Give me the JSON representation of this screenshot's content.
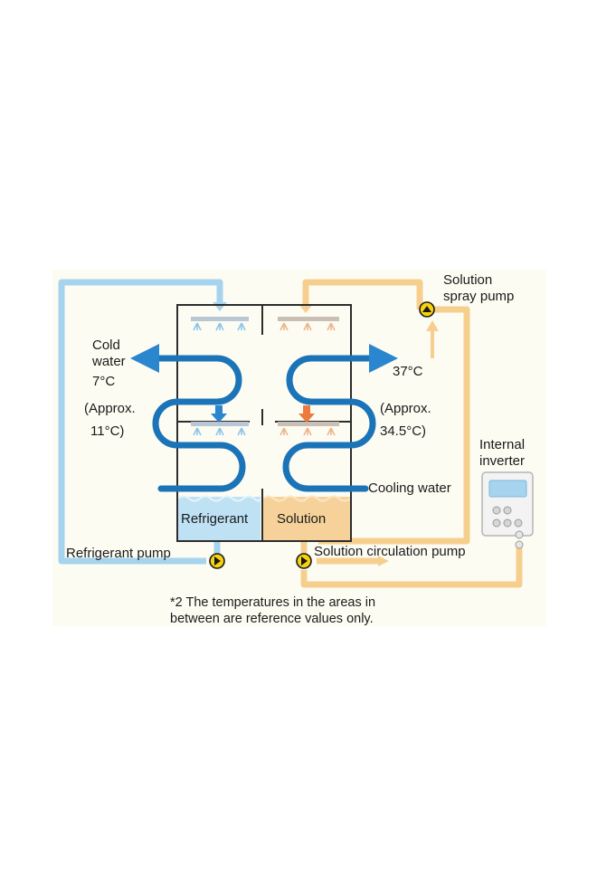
{
  "labels": {
    "solution_spray_pump_1": "Solution",
    "solution_spray_pump_2": "spray pump",
    "cold_water_1": "Cold",
    "cold_water_2": "water",
    "cold_temp": "7°C",
    "approx_left_1": "(Approx.",
    "approx_left_2": "11°C)",
    "hot_temp": "37°C",
    "approx_right_1": "(Approx.",
    "approx_right_2": "34.5°C)",
    "internal_inverter_1": "Internal",
    "internal_inverter_2": "inverter",
    "cooling_water": "Cooling water",
    "refrigerant": "Refrigerant",
    "solution": "Solution",
    "refrigerant_pump": "Refrigerant pump",
    "solution_circulation_pump": "Solution circulation pump",
    "note_1": "*2 The temperatures in the areas in",
    "note_2": "between are reference values only."
  },
  "colors": {
    "background_panel": "#fdfcf3",
    "refrigerant_line": "#a6d4ee",
    "solution_line": "#f6cf8f",
    "coil": "#1b74b8",
    "coil_highlight": "#5aa7dd",
    "vessel_outline": "#2d2d2d",
    "refrigerant_fill": "#bfe1f4",
    "solution_fill": "#f6d29a",
    "pump_yellow": "#f6d20f"
  }
}
